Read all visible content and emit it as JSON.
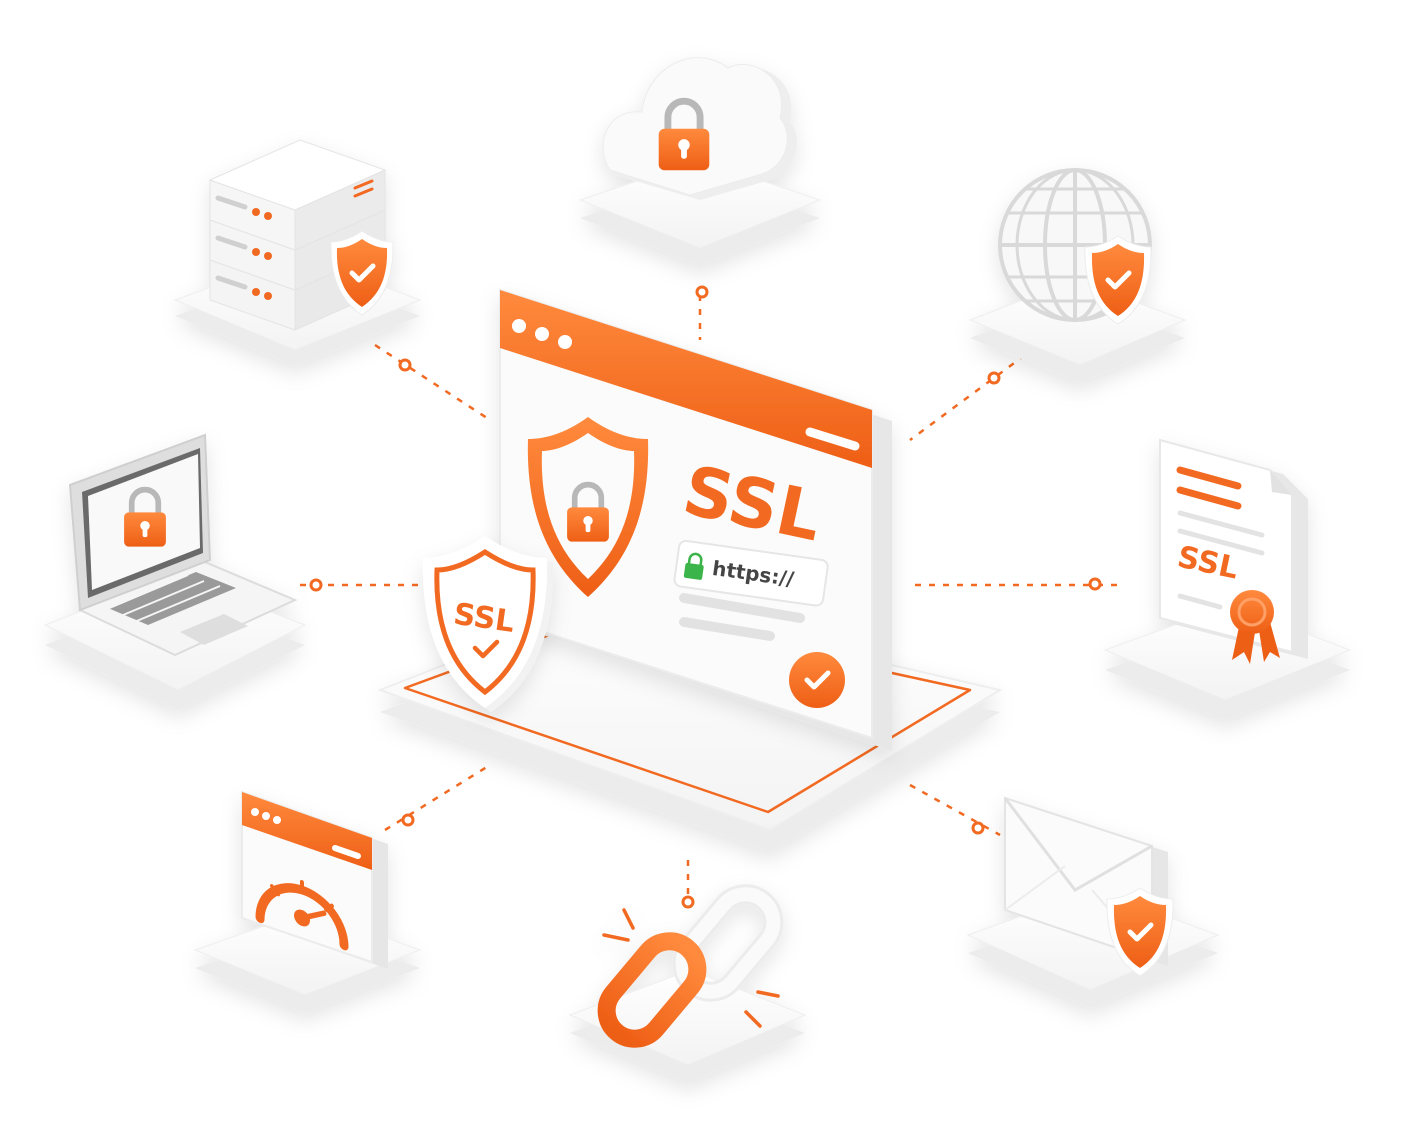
{
  "colors": {
    "accent": "#f26a21",
    "accent_dark": "#d9541a",
    "surface": "#f7f7f7",
    "surface_shadow": "#e6e6e6",
    "lock_green": "#3bb54a",
    "text_dark": "#444444",
    "line_gray": "#e2e2e2"
  },
  "center": {
    "ssl_heading": "SSL",
    "url_text": "https://",
    "badge_text": "SSL"
  },
  "certificate": {
    "label": "SSL"
  },
  "icons": [
    "server-rack-icon",
    "cloud-lock-icon",
    "globe-shield-icon",
    "laptop-lock-icon",
    "certificate-icon",
    "speedometer-window-icon",
    "chain-link-icon",
    "envelope-shield-icon"
  ]
}
